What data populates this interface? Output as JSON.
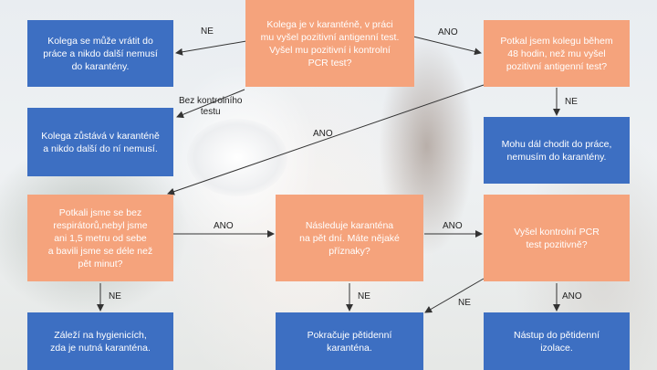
{
  "colors": {
    "decision": "#f5a37c",
    "outcome": "#3d6fc2",
    "arrow": "#333333"
  },
  "nodes": {
    "start": "Kolega je v karanténě, v práci\nmu vyšel pozitivní antigenní test.\nVyšel mu pozitivní i kontrolní\nPCR test?",
    "return_to_work": "Kolega se může vrátit do\npráce a nikdo další nemusí\ndo karantény.",
    "met_colleague": "Potkal jsem kolegu během\n48 hodin, než mu vyšel\npozitivní antigenní test?",
    "stays_quarantine": "Kolega zůstává v karanténě\na nikdo další do ní nemusí.",
    "keep_working": "Mohu dál chodit do práce,\nnemusím do karantény.",
    "respirators": "Potkali jsme se bez\nrespirátorů,nebyl jsme\nani 1,5 metru od sebe\na bavili jsme se déle než\npět minut?",
    "five_days": "Následuje karanténa\nna pět dní. Máte nějaké\npříznaky?",
    "pcr_positive": "Vyšel kontrolní PCR\ntest pozitivně?",
    "hygiene": "Záleží na hygienicích,\nzda je nutná karanténa.",
    "continue_quarantine": "Pokračuje pětidenní\nkaranténa.",
    "isolation": "Nástup do pětidenní\nizolace."
  },
  "labels": {
    "ne_top": "NE",
    "ano_top": "ANO",
    "no_test": "Bez kontrolního\ntestu",
    "ne_right": "NE",
    "ano_diag": "ANO",
    "ano_mid1": "ANO",
    "ano_mid2": "ANO",
    "ne_left": "NE",
    "ne_mid": "NE",
    "ne_diag": "NE",
    "ano_right": "ANO"
  }
}
